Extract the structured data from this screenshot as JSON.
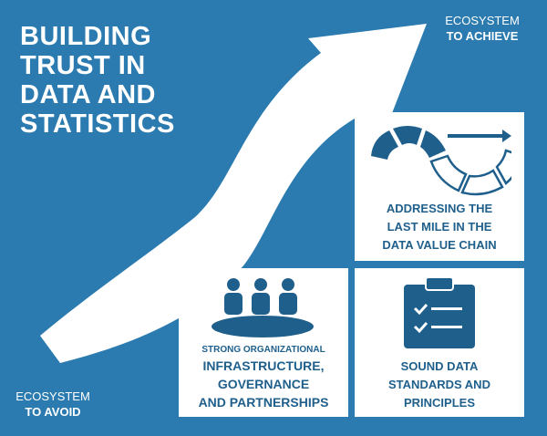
{
  "title": {
    "lines": [
      "BUILDING",
      "TRUST IN",
      "DATA AND",
      "STATISTICS"
    ]
  },
  "ecosystem_achieve": {
    "line1": "ECOSYSTEM",
    "line2": "TO ACHIEVE"
  },
  "ecosystem_avoid": {
    "line1": "ECOSYSTEM",
    "line2": "TO AVOID"
  },
  "cards": [
    {
      "icon": "value-chain-icon",
      "lines": [
        "ADDRESSING THE",
        "LAST MILE IN THE",
        "DATA VALUE CHAIN"
      ]
    },
    {
      "icon": "meeting-table-icon",
      "small": "STRONG ORGANIZATIONAL",
      "lines": [
        "INFRASTRUCTURE,",
        "GOVERNANCE",
        "AND PARTNERSHIPS"
      ]
    },
    {
      "icon": "clipboard-checklist-icon",
      "lines": [
        "SOUND DATA",
        "STANDARDS AND",
        "PRINCIPLES"
      ]
    }
  ],
  "colors": {
    "background": "#2b7bb0",
    "card": "#ffffff",
    "accent": "#1f5f8c"
  }
}
